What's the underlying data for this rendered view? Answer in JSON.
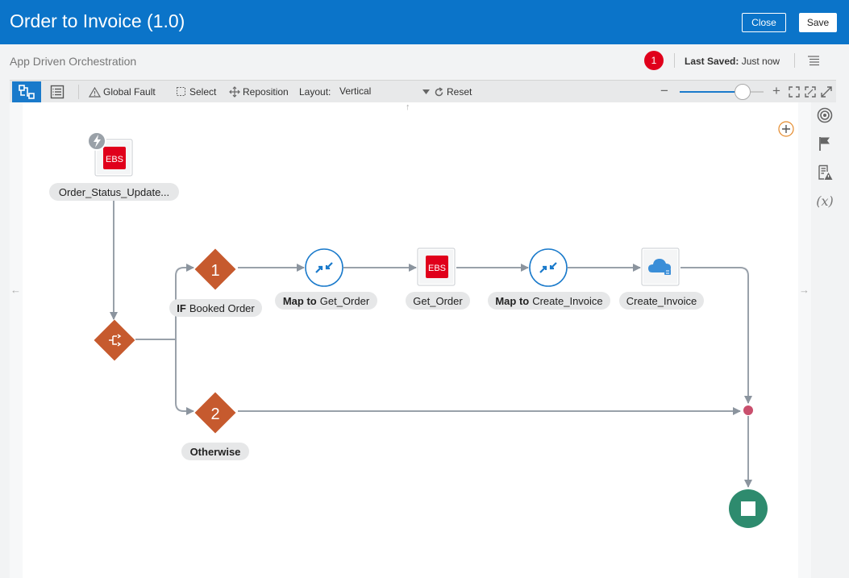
{
  "header": {
    "title": "Order to Invoice (1.0)",
    "close_label": "Close",
    "save_label": "Save"
  },
  "subheader": {
    "title": "App Driven Orchestration",
    "error_count": "1",
    "last_saved_label": "Last Saved:",
    "last_saved_value": "Just now"
  },
  "toolbar": {
    "global_fault": "Global Fault",
    "select": "Select",
    "reposition": "Reposition",
    "layout_label": "Layout:",
    "layout_value": "Vertical",
    "reset": "Reset",
    "zoom_minus": "−",
    "zoom_plus": "+",
    "zoom_level": 0.75
  },
  "flow": {
    "trigger_label": "Order_Status_Update...",
    "trigger_badge": "EBS",
    "branch1_number": "1",
    "branch1_prefix": "IF",
    "branch1_label": "Booked Order",
    "branch2_number": "2",
    "branch2_label": "Otherwise",
    "map1_prefix": "Map to",
    "map1_target": "Get_Order",
    "invoke1_label": "Get_Order",
    "invoke1_badge": "EBS",
    "map2_prefix": "Map to",
    "map2_target": "Create_Invoice",
    "invoke2_label": "Create_Invoice"
  },
  "colors": {
    "header_blue": "#0b74c9",
    "switch_orange": "#c65a2e",
    "map_blue": "#1a7acb",
    "end_green": "#2e8b6e",
    "merge_pink": "#c94f6d",
    "ebs_red": "#e0001b",
    "error_red": "#e0001b"
  },
  "icons": {
    "right_rail": [
      "target-icon",
      "flag-icon",
      "warning-list-icon",
      "variable-icon"
    ]
  }
}
